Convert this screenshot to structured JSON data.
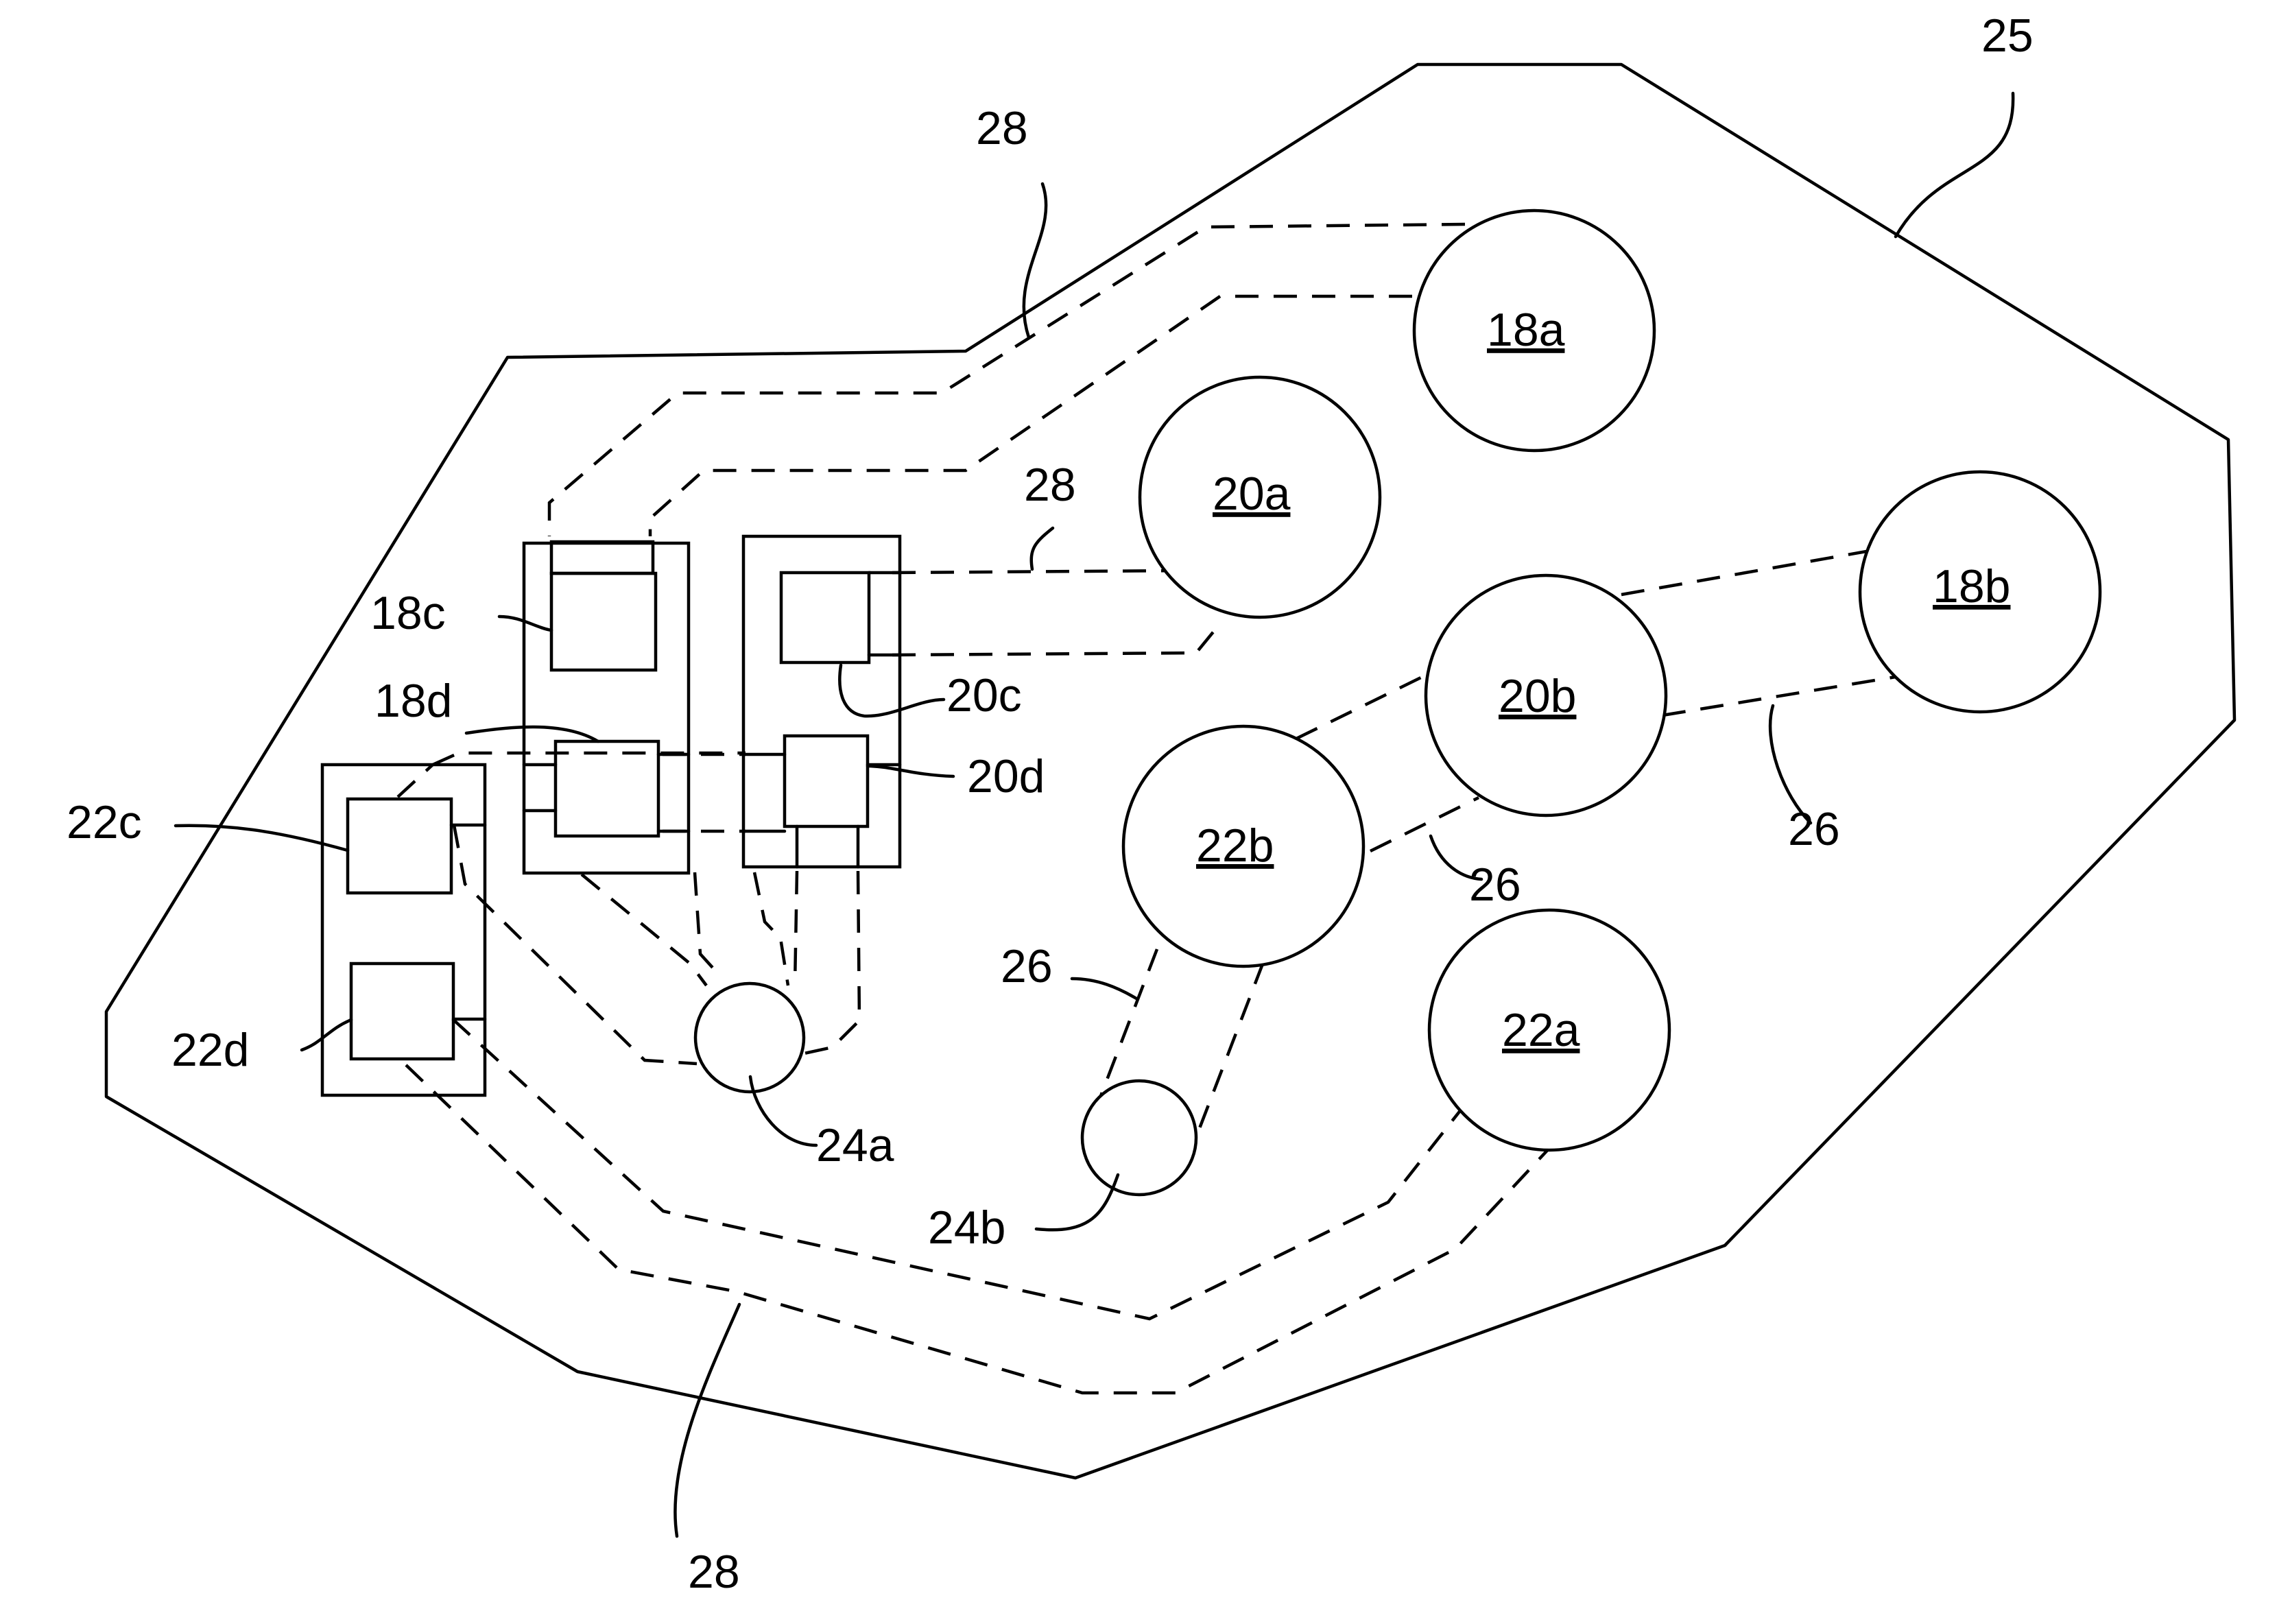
{
  "labels": {
    "outline": "25",
    "path_top": "28",
    "path_mid": "28",
    "path_bottom": "28",
    "link_right": "26",
    "link_mid": "26",
    "link_low": "26",
    "node_18a": "18a",
    "node_18b": "18b",
    "node_20a": "20a",
    "node_20b": "20b",
    "node_22a": "22a",
    "node_22b": "22b",
    "node_18c": "18c",
    "node_18d": "18d",
    "node_20c": "20c",
    "node_20d": "20d",
    "node_22c": "22c",
    "node_22d": "22d",
    "node_24a": "24a",
    "node_24b": "24b"
  }
}
